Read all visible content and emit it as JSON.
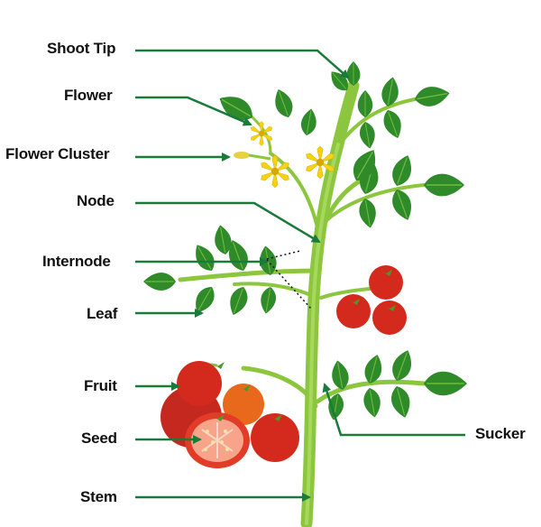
{
  "labels": {
    "shoot_tip": "Shoot Tip",
    "flower": "Flower",
    "flower_cluster": "Flower Cluster",
    "node": "Node",
    "internode": "Internode",
    "leaf": "Leaf",
    "fruit": "Fruit",
    "seed": "Seed",
    "stem": "Stem",
    "sucker": "Sucker"
  },
  "colors": {
    "arrow": "#1a7a3a",
    "stem": "#8cc63f",
    "leaf": "#2f8a2a",
    "leaf_vein": "#7cbf3e",
    "tomato_red": "#d42a1e",
    "tomato_orange": "#e8691c",
    "flower_yellow": "#f5d310"
  }
}
